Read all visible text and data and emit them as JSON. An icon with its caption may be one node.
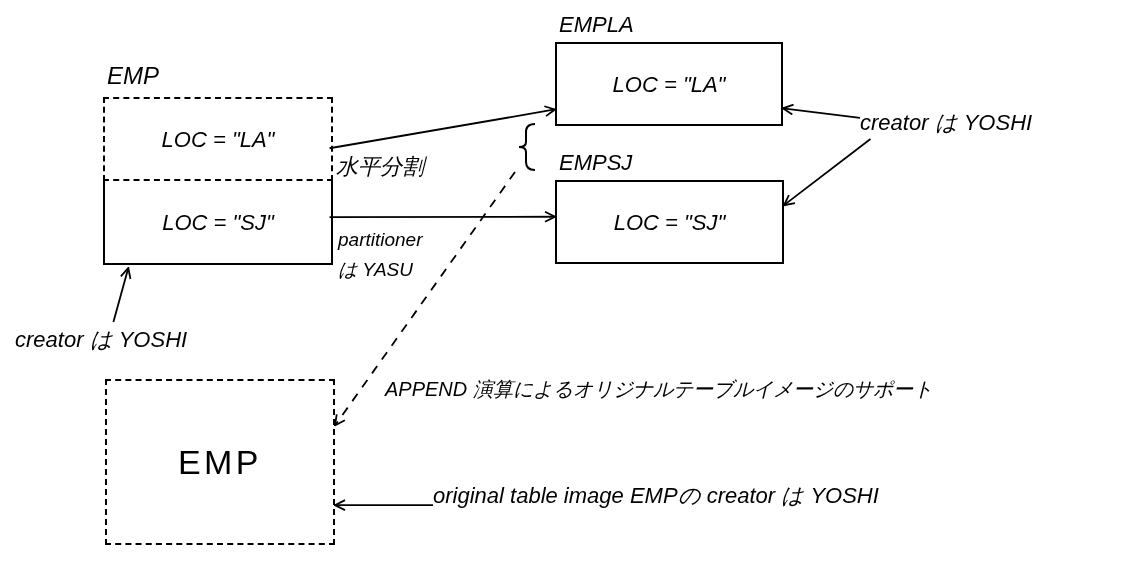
{
  "diagram": {
    "nodes": [
      {
        "text": [
          "EMP"
        ]
      },
      {
        "text": [
          "LOC = \"LA\""
        ],
        "in": 0
      },
      {
        "text": [
          "LOC = \"SJ\""
        ],
        "in": 0
      },
      {
        "text": [
          "EMPLA",
          "LOC = \"LA\""
        ]
      },
      {
        "text": [
          "EMPSJ",
          "LOC = \"SJ\""
        ]
      },
      {
        "text": [
          "creator は YOSHI"
        ]
      },
      {
        "text": [
          "creator は YOSHI"
        ]
      },
      {
        "text": [],
        "shape": "brace"
      },
      {
        "text": [
          "EMP"
        ]
      },
      {
        "text": [
          "original table image EMPの creator は YOSHI"
        ]
      }
    ],
    "edges": [
      {
        "from": 1,
        "to": 3,
        "arrow": "to"
      },
      {
        "from": 2,
        "to": 4,
        "arrow": "to"
      },
      {
        "from": 5,
        "to": 3,
        "arrow": "to"
      },
      {
        "from": 5,
        "to": 4,
        "arrow": "to"
      },
      {
        "from": 6,
        "to": 0,
        "arrow": "to"
      },
      {
        "from": 9,
        "to": 8,
        "arrow": "to"
      },
      {
        "from": 7,
        "to": 8,
        "arrow": "to",
        "style": "dashed"
      }
    ],
    "labels": [
      "水平分割",
      "partitioner は YASU",
      "APPEND 演算によるオリジナルテーブルイメージのサポート"
    ]
  }
}
